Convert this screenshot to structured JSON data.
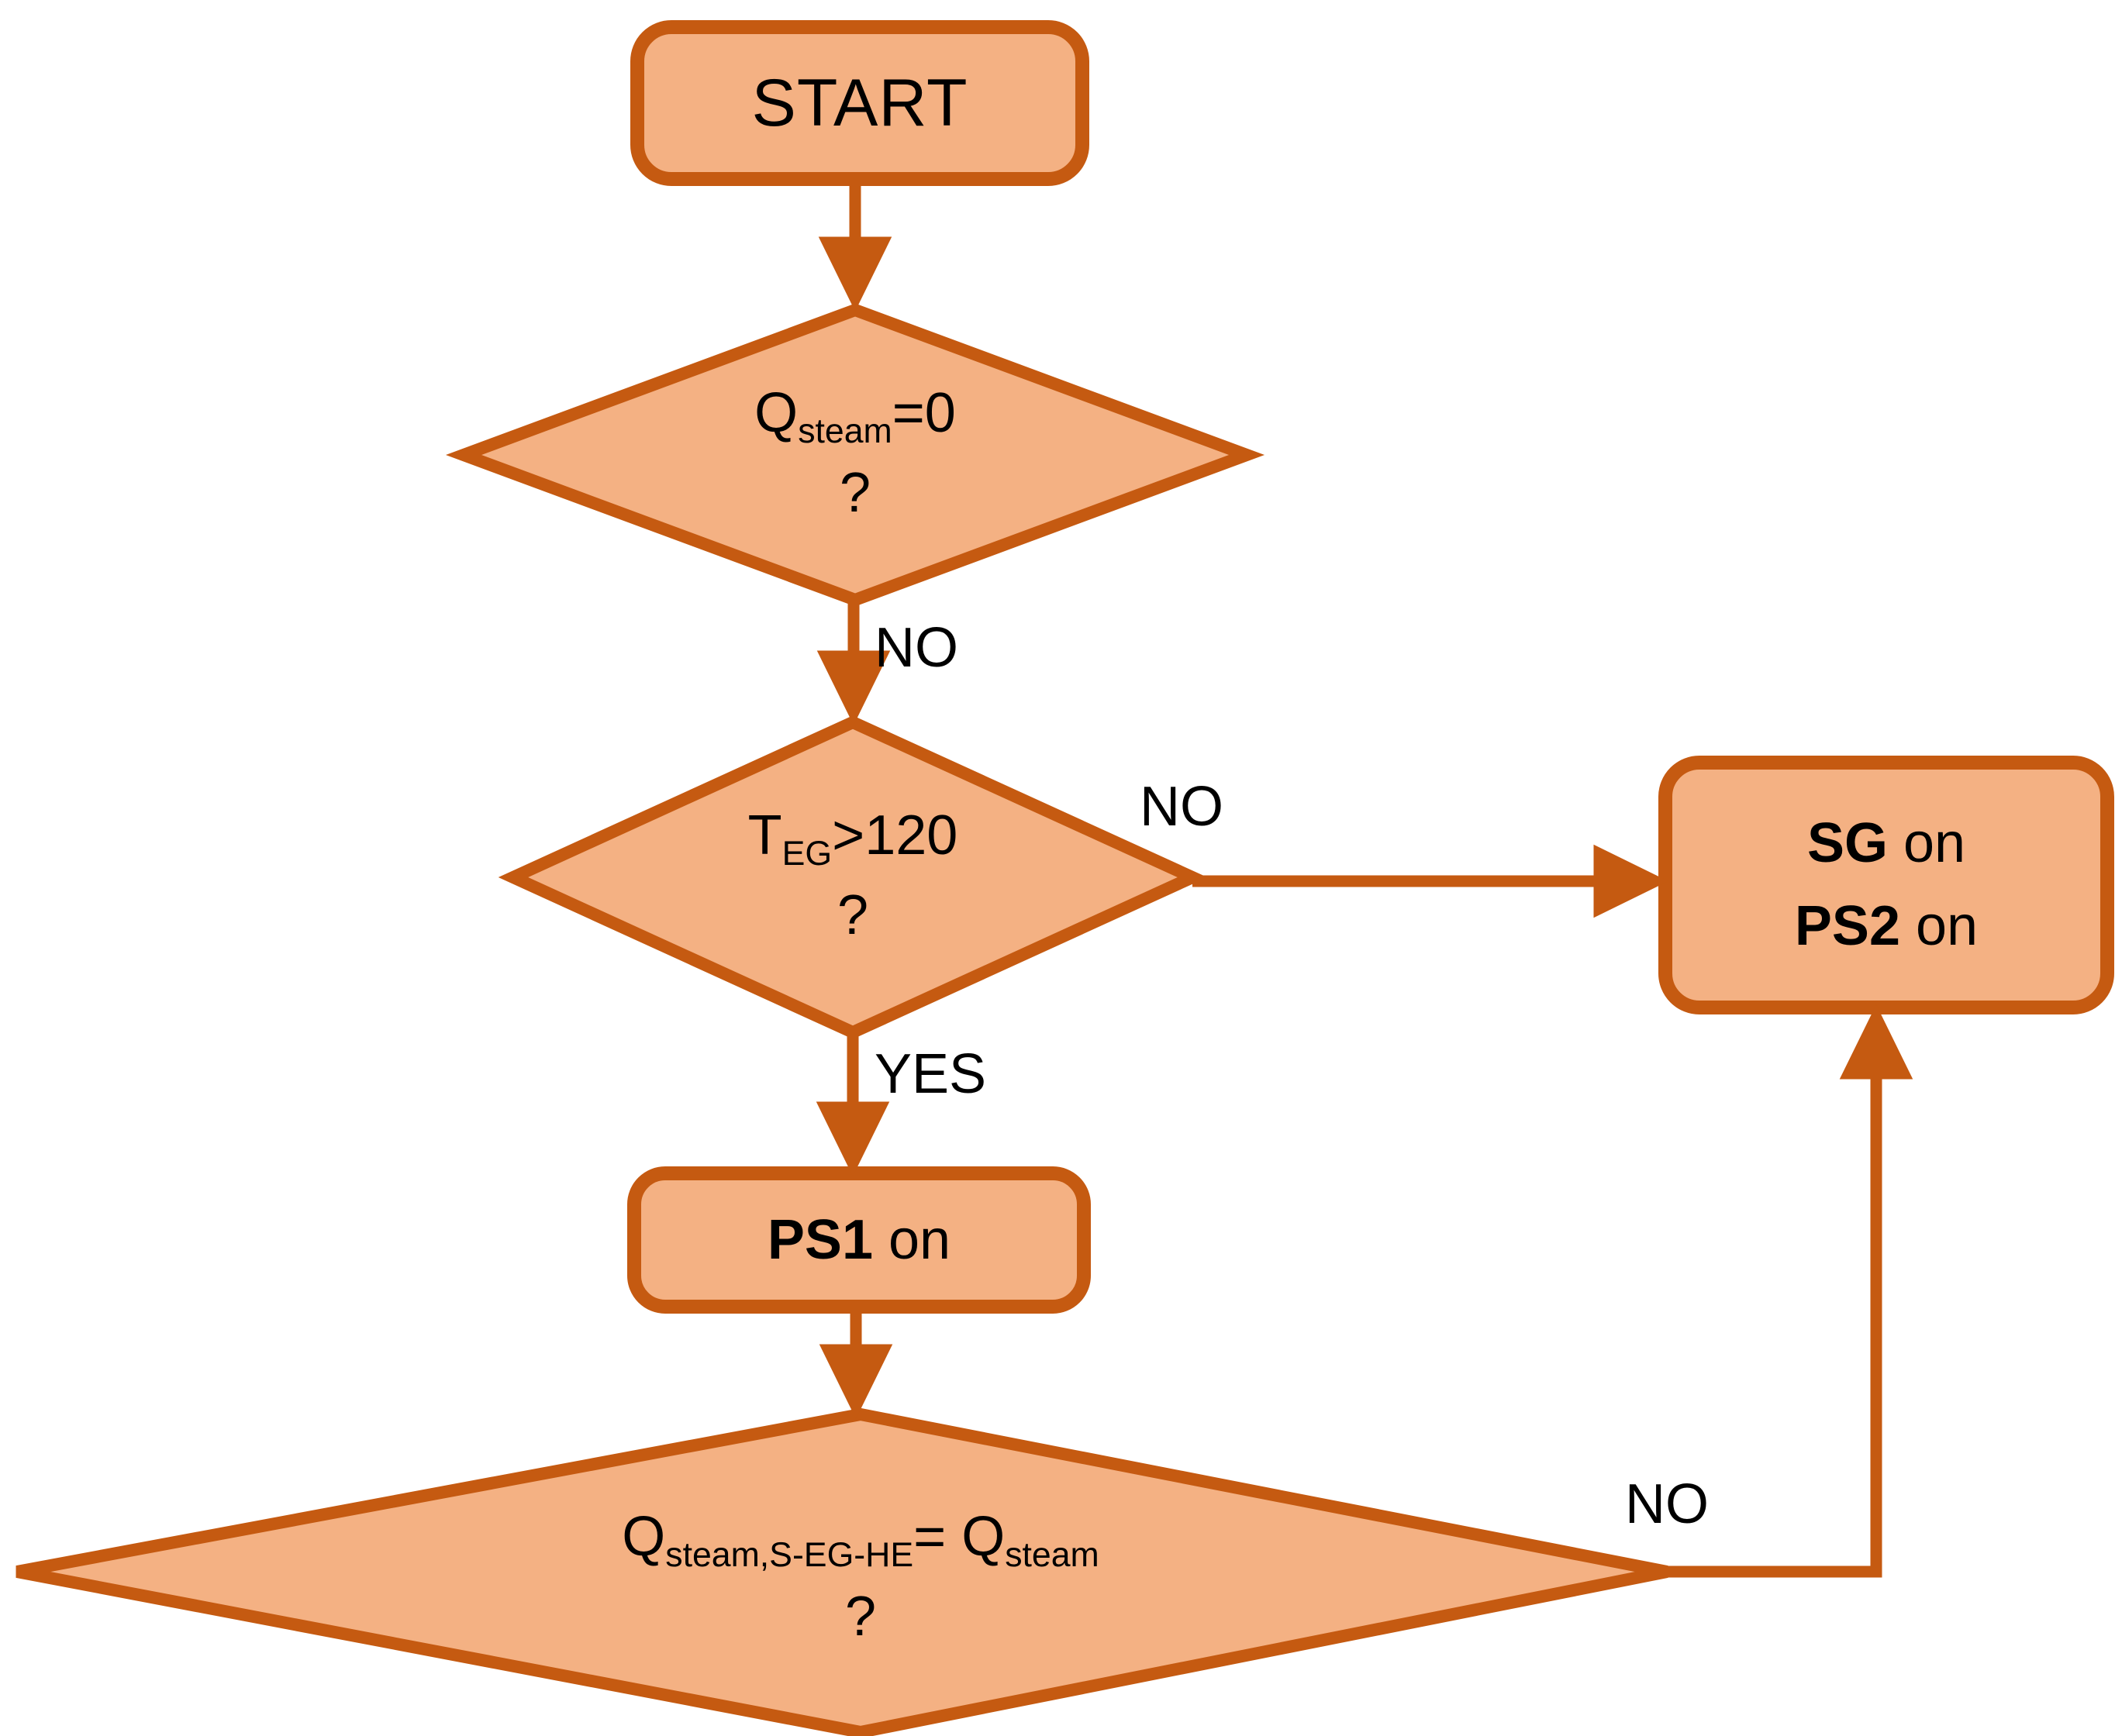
{
  "diagram": {
    "title": "Steam generation control logic flowchart",
    "colors": {
      "fill": "#F4B183",
      "stroke": "#C55A11",
      "text": "#000000",
      "background": "#FFFFFF"
    },
    "nodes": {
      "start": {
        "type": "terminator",
        "label": "START"
      },
      "decision_qsteam": {
        "type": "decision",
        "expr_main": "Q",
        "expr_sub": "steam",
        "expr_tail": "=0",
        "question_mark": "?"
      },
      "decision_teg": {
        "type": "decision",
        "expr_main": "T",
        "expr_sub": "EG",
        "expr_tail": ">120",
        "question_mark": "?"
      },
      "process_ps1": {
        "type": "process",
        "bold": "PS1",
        "rest": " on"
      },
      "process_sg_ps2": {
        "type": "process",
        "line1_bold": "SG",
        "line1_rest": " on",
        "line2_bold": "PS2",
        "line2_rest": " on"
      },
      "decision_qsteam_match": {
        "type": "decision",
        "expr_main": "Q",
        "expr_sub": "steam,S-EG-HE",
        "expr_tail": "= Q",
        "expr_sub2": "steam",
        "question_mark": "?"
      }
    },
    "edges": {
      "start_to_q": {
        "label": ""
      },
      "q_to_teg": {
        "label": "NO"
      },
      "teg_to_sg": {
        "label": "NO"
      },
      "teg_to_ps1": {
        "label": "YES"
      },
      "ps1_to_match": {
        "label": ""
      },
      "match_to_sg": {
        "label": "NO"
      }
    }
  }
}
